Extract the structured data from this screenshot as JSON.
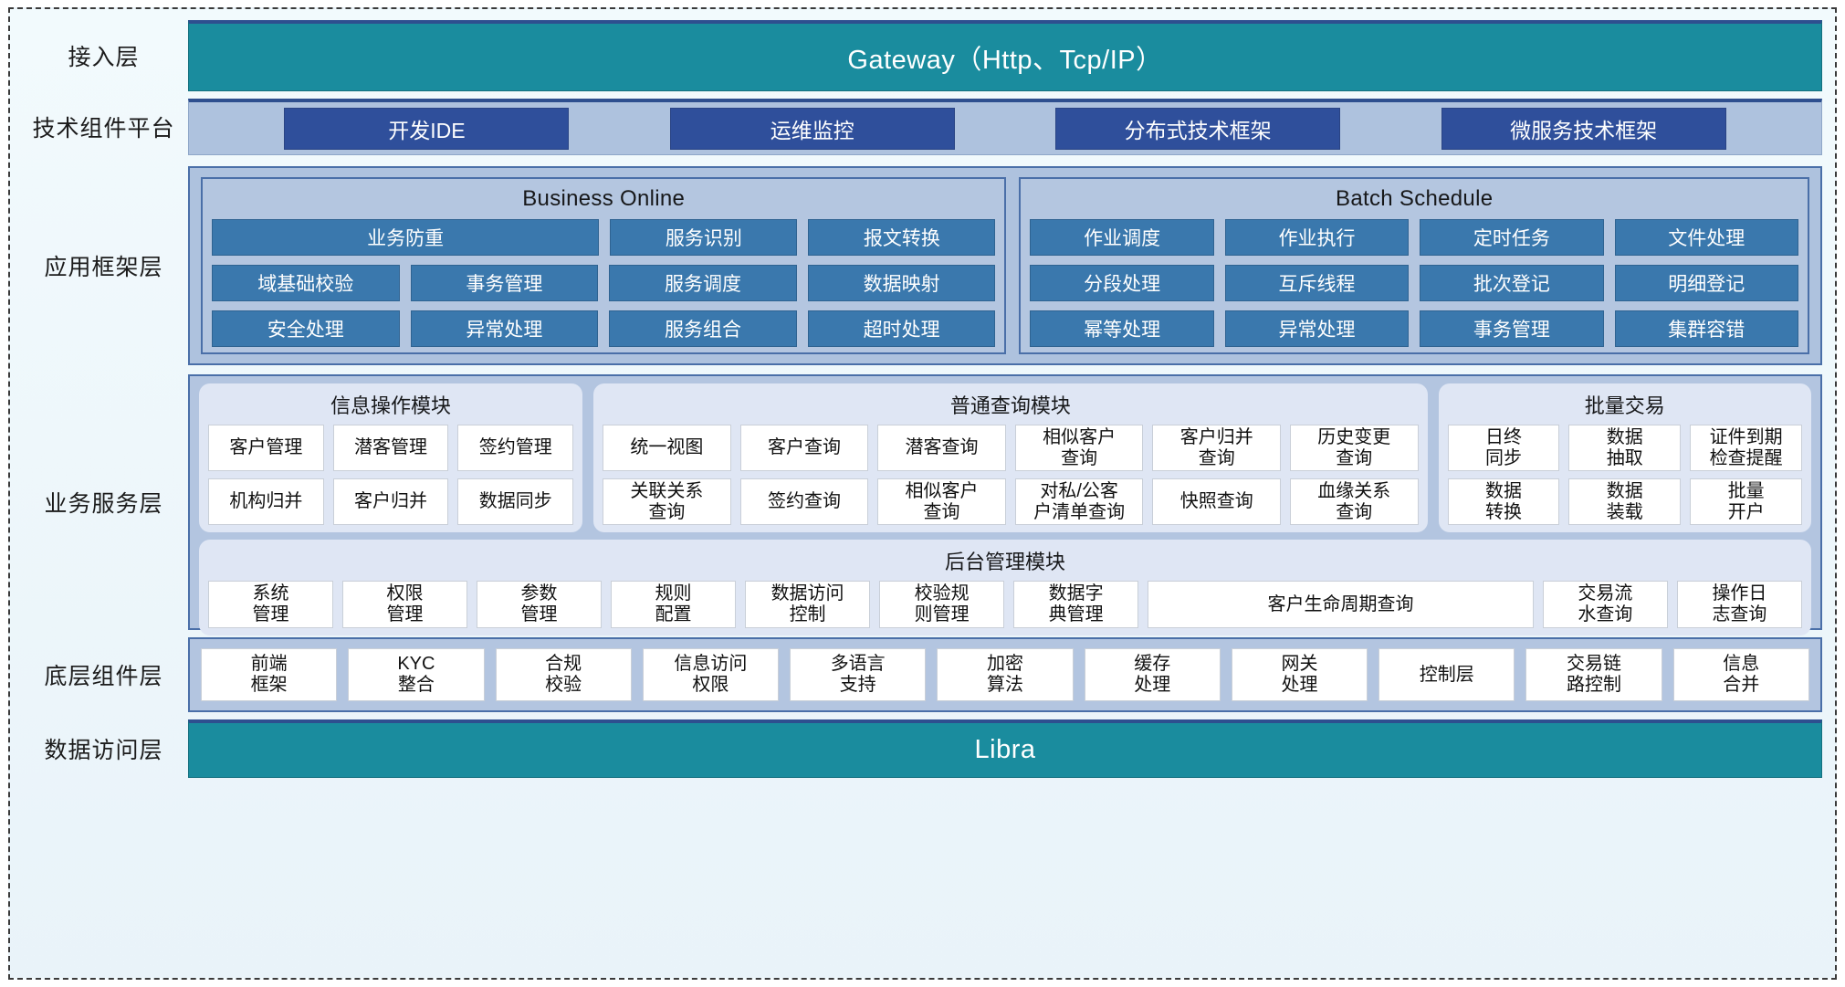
{
  "layers": {
    "access": {
      "label": "接入层",
      "bar_text": "Gateway（Http、Tcp/IP）"
    },
    "tech_platform": {
      "label": "技术组件平台",
      "items": [
        "开发IDE",
        "运维监控",
        "分布式技术框架",
        "微服务技术框架"
      ]
    },
    "app_framework": {
      "label": "应用框架层",
      "groups": [
        {
          "title": "Business Online",
          "rows": [
            [
              "业务防重",
              "服务识别",
              "报文转换"
            ],
            [
              "域基础校验",
              "事务管理",
              "服务调度",
              "数据映射"
            ],
            [
              "安全处理",
              "异常处理",
              "服务组合",
              "超时处理"
            ]
          ]
        },
        {
          "title": "Batch Schedule",
          "rows": [
            [
              "作业调度",
              "作业执行",
              "定时任务",
              "文件处理"
            ],
            [
              "分段处理",
              "互斥线程",
              "批次登记",
              "明细登记"
            ],
            [
              "幂等处理",
              "异常处理",
              "事务管理",
              "集群容错"
            ]
          ]
        }
      ]
    },
    "business_service": {
      "label": "业务服务层",
      "modules": [
        {
          "title": "信息操作模块",
          "rows": [
            [
              "客户管理",
              "潜客管理",
              "签约管理"
            ],
            [
              "机构归并",
              "客户归并",
              "数据同步"
            ]
          ]
        },
        {
          "title": "普通查询模块",
          "rows": [
            [
              "统一视图",
              "客户查询",
              "潜客查询",
              "相似客户\n查询",
              "客户归并\n查询",
              "历史变更\n查询"
            ],
            [
              "关联关系\n查询",
              "签约查询",
              "相似客户\n查询",
              "对私/公客\n户清单查询",
              "快照查询",
              "血缘关系\n查询"
            ]
          ]
        },
        {
          "title": "批量交易",
          "rows": [
            [
              "日终\n同步",
              "数据\n抽取",
              "证件到期\n检查提醒"
            ],
            [
              "数据\n转换",
              "数据\n装载",
              "批量\n开户"
            ]
          ]
        }
      ],
      "admin_module": {
        "title": "后台管理模块",
        "items": [
          "系统\n管理",
          "权限\n管理",
          "参数\n管理",
          "规则\n配置",
          "数据访问\n控制",
          "校验规\n则管理",
          "数据字\n典管理",
          "客户生命周期查询",
          "交易流\n水查询",
          "操作日\n志查询"
        ]
      }
    },
    "bottom_components": {
      "label": "底层组件层",
      "items": [
        "前端\n框架",
        "KYC\n整合",
        "合规\n校验",
        "信息访问\n权限",
        "多语言\n支持",
        "加密\n算法",
        "缓存\n处理",
        "网关\n处理",
        "控制层",
        "交易链\n路控制",
        "信息\n合并"
      ]
    },
    "data_access": {
      "label": "数据访问层",
      "bar_text": "Libra"
    }
  },
  "colors": {
    "teal": "#1a8c9e",
    "dark_blue": "#2f4f9b",
    "mid_blue": "#3a78ad",
    "band_blue": "#aec2de",
    "module_light": "#dfe6f4",
    "border_blue": "#4a6fa8"
  }
}
